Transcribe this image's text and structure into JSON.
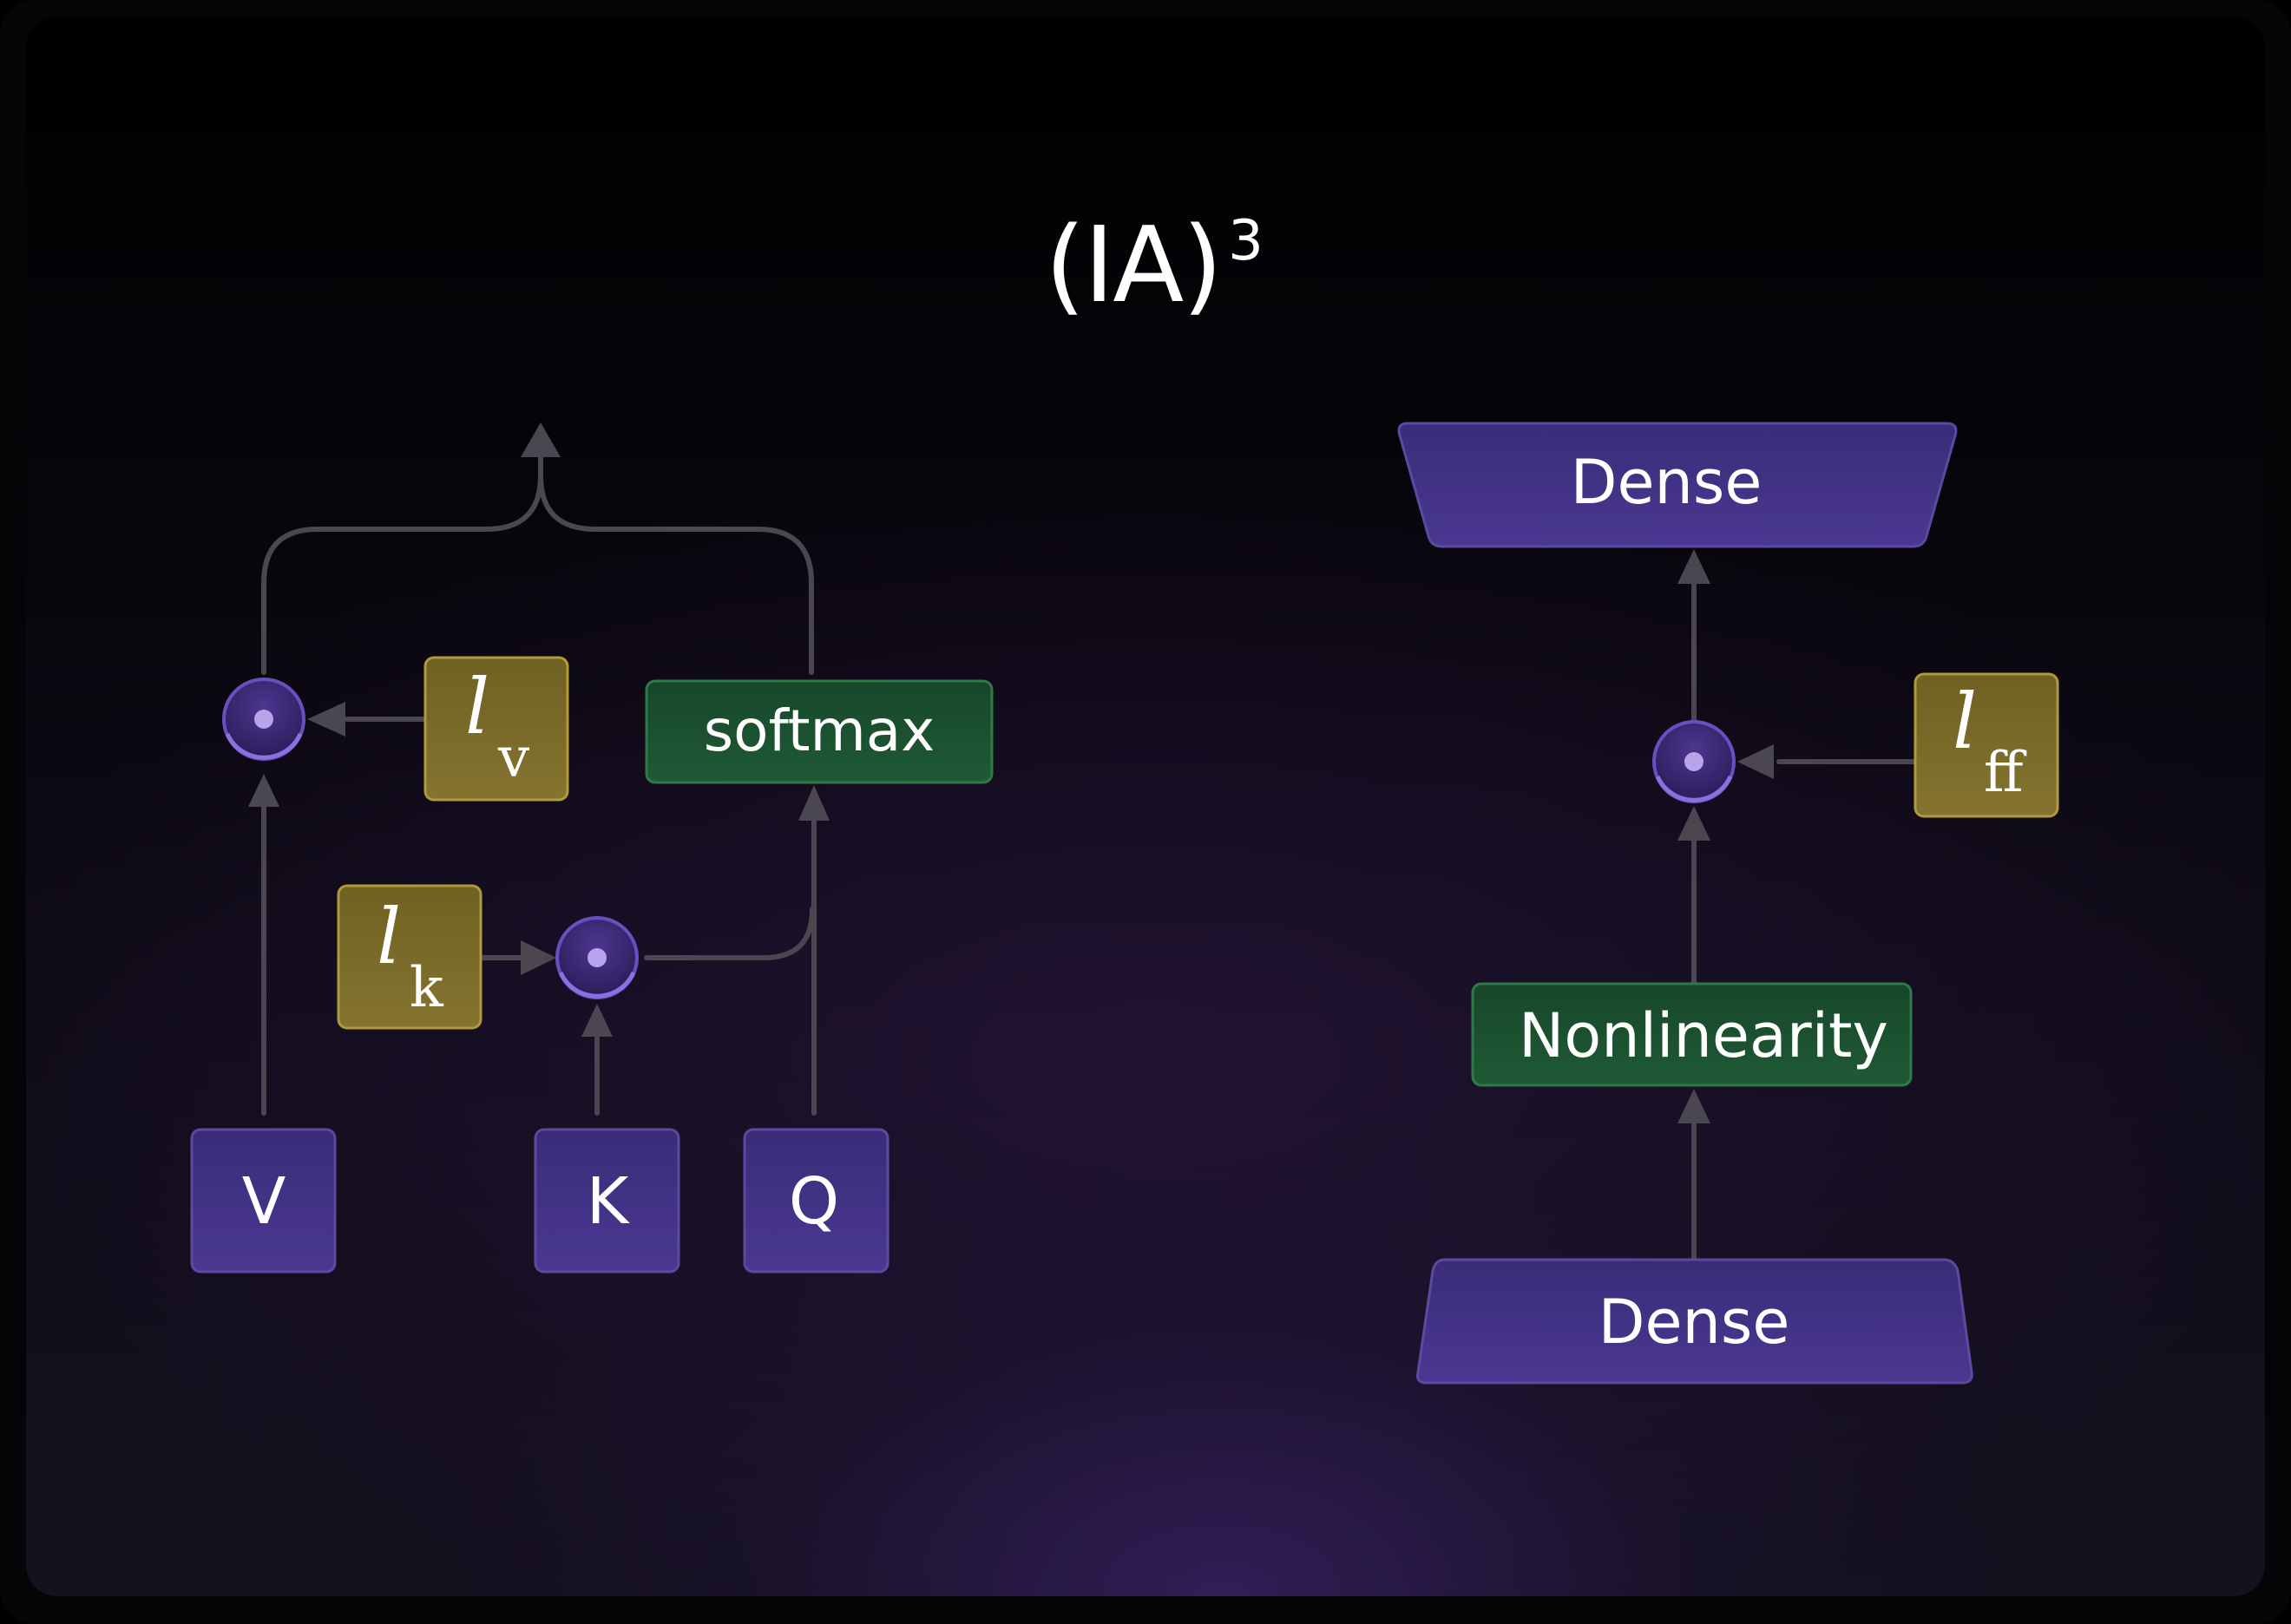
{
  "title": {
    "main": "(IA)",
    "superscript": "3"
  },
  "attention": {
    "inputs": [
      "V",
      "K",
      "Q"
    ],
    "softmax_label": "softmax",
    "scales": [
      {
        "base": "l",
        "subscript": "v"
      },
      {
        "base": "l",
        "subscript": "k"
      }
    ]
  },
  "feedforward": {
    "top_label": "Dense",
    "nonlinearity_label": "Nonlinearity",
    "bottom_label": "Dense",
    "scale": {
      "base": "l",
      "subscript": "ff"
    }
  },
  "colors": {
    "box_purple": "#3f2f80",
    "box_green": "#1c5532",
    "box_gold": "#7a6b26",
    "connector": "#4a4750",
    "node": "#5b3fa8",
    "node_dot": "#b9a4ec"
  }
}
